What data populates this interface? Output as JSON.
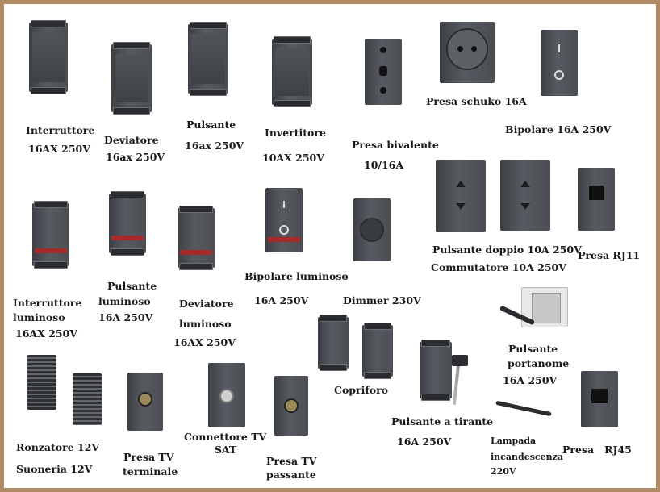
{
  "labels": {
    "interruttore": "Interruttore",
    "interruttore_rating": "16AX 250V",
    "deviatore": "Deviatore",
    "deviatore_rating": "16ax 250V",
    "pulsante": "Pulsante",
    "pulsante_rating": "16ax 250V",
    "invertitore": "Invertitore",
    "invertitore_rating": "10AX 250V",
    "presa_bivalente": "Presa bivalente",
    "presa_bivalente_rating": "10/16A",
    "presa_schuko": "Presa schuko 16A",
    "bipolare": "Bipolare 16A 250V",
    "interruttore_lum_1": "Interruttore",
    "interruttore_lum_2": "luminoso",
    "interruttore_lum_rating": "16AX  250V",
    "pulsante_lum_1": "Pulsante",
    "pulsante_lum_2": "luminoso",
    "pulsante_lum_rating": "16A  250V",
    "deviatore_lum_1": "Deviatore",
    "deviatore_lum_2": "luminoso",
    "deviatore_lum_rating": "16AX 250V",
    "bipolare_lum": "Bipolare luminoso",
    "bipolare_lum_rating": "16A 250V",
    "dimmer": "Dimmer 230V",
    "pulsante_doppio": "Pulsante doppio 10A 250V",
    "commutatore": "Commutatore 10A 250V",
    "presa_rj11": "Presa RJ11",
    "ronzatore": "Ronzatore 12V",
    "suoneria": "Suoneria 12V",
    "presa_tv_term_1": "Presa TV",
    "presa_tv_term_2": "terminale",
    "connettore_tv_1": "Connettore TV",
    "connettore_tv_2": "SAT",
    "presa_tv_pass_1": "Presa TV",
    "presa_tv_pass_2": "passante",
    "copriforo": "Copriforo",
    "pulsante_tirante": "Pulsante a tirante",
    "pulsante_tirante_rating": "16A 250V",
    "pulsante_portanome_1": "Pulsante",
    "pulsante_portanome_2": "portanome",
    "pulsante_portanome_rating": "16A 250V",
    "lampada_1": "Lampada",
    "lampada_2": "incandescenza",
    "lampada_3": "220V",
    "presa_rj45": "Presa   RJ45"
  },
  "colors": {
    "frame": "#b08a63",
    "device_body": "#4a4d52",
    "indicator_red": "#a52a2a"
  }
}
